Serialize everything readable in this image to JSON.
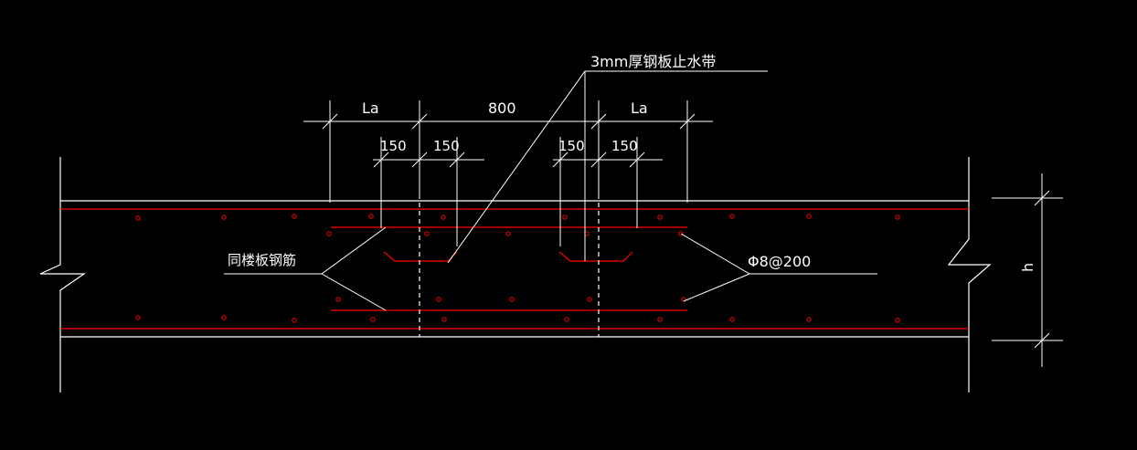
{
  "labels": {
    "waterstop": "3mm厚钢板止水带",
    "dim_la_left": "La",
    "dim_800": "800",
    "dim_la_right": "La",
    "dim_150_a": "150",
    "dim_150_b": "150",
    "dim_150_c": "150",
    "dim_150_d": "150",
    "same_rebar": "同楼板钢筋",
    "stirrup": "Φ8@200",
    "height": "h"
  },
  "colors": {
    "background": "#000000",
    "line": "#ffffff",
    "rebar": "#ff0000"
  }
}
